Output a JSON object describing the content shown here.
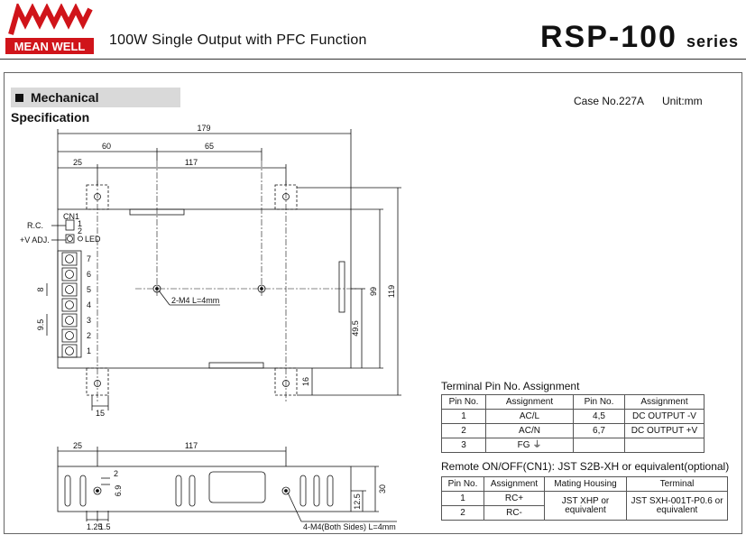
{
  "header": {
    "brand": "MEAN WELL",
    "subtitle": "100W Single Output with PFC Function",
    "model": "RSP-100",
    "series_word": "series"
  },
  "section": {
    "title": "Mechanical Specification",
    "case_no": "Case No.227A",
    "unit": "Unit:mm"
  },
  "drawing": {
    "top_view": {
      "dim_total_width": "179",
      "dim_hole_pair_a": "60",
      "dim_hole_pair_b": "65",
      "dim_edge_offset": "25",
      "dim_hole_spacing": "117",
      "dim_height_outer": "119",
      "dim_height_inner": "99",
      "dim_half_height": "49.5",
      "dim_bottom_offset": "16",
      "dim_left_hole": "15",
      "dim_pin_pitch": "8",
      "dim_terminal_offset": "9.5",
      "label_cn1": "CN1",
      "label_rc": "R.C.",
      "label_vadj": "+V ADJ.",
      "label_led": "LED",
      "label_mount": "2-M4 L=4mm",
      "cn1_pins": [
        "1",
        "2"
      ],
      "terminal_numbers": [
        "7",
        "6",
        "5",
        "4",
        "3",
        "2",
        "1"
      ]
    },
    "side_view": {
      "dim_edge_offset": "25",
      "dim_hole_spacing": "117",
      "dim_small_a": "2",
      "dim_small_b": "6.9",
      "dim_height": "30",
      "dim_hole_height": "12.5",
      "dim_bottom_a": "1.25",
      "dim_bottom_b": "1.5",
      "label_mount": "4-M4(Both Sides) L=4mm"
    }
  },
  "terminal_table": {
    "title": "Terminal Pin No.  Assignment",
    "headers": [
      "Pin No.",
      "Assignment",
      "Pin No.",
      "Assignment"
    ],
    "rows": [
      [
        "1",
        "AC/L",
        "4,5",
        "DC OUTPUT -V"
      ],
      [
        "2",
        "AC/N",
        "6,7",
        "DC OUTPUT +V"
      ],
      [
        "3",
        "FG ⏚",
        "",
        ""
      ]
    ]
  },
  "remote_table": {
    "title": "Remote ON/OFF(CN1): JST S2B-XH or equivalent(optional)",
    "headers": [
      "Pin No.",
      "Assignment",
      "Mating Housing",
      "Terminal"
    ],
    "rows": [
      [
        "1",
        "RC+"
      ],
      [
        "2",
        "RC-"
      ]
    ],
    "housing": "JST XHP or equivalent",
    "terminal": "JST SXH-001T-P0.6 or equivalent"
  }
}
